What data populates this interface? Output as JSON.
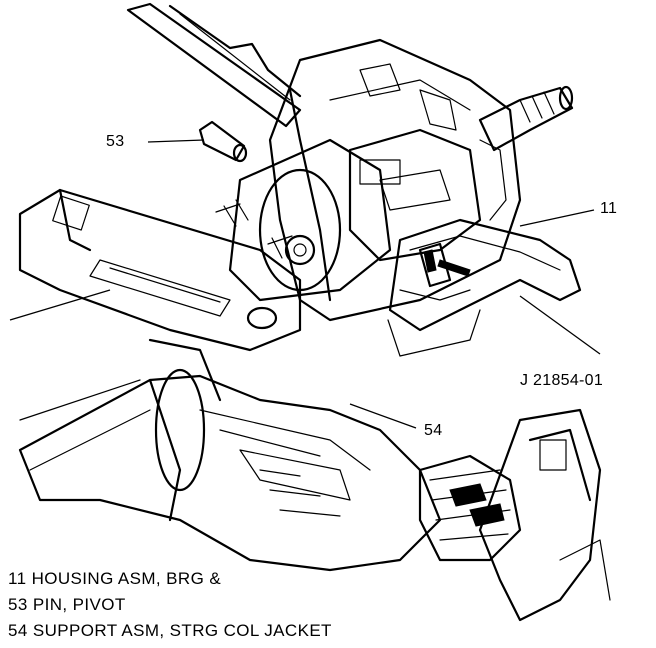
{
  "callouts": {
    "pin": "53",
    "housing": "11",
    "support": "54",
    "tool": "J 21854-01"
  },
  "legend": [
    "11 HOUSING ASM, BRG &",
    "53 PIN, PIVOT",
    "54 SUPPORT ASM, STRG COL JACKET"
  ],
  "colors": {
    "ink": "#000000",
    "paper": "#ffffff"
  },
  "icons": [
    "steering-column-illustration",
    "pivot-pin-illustration",
    "pin-remover-tool-illustration"
  ]
}
